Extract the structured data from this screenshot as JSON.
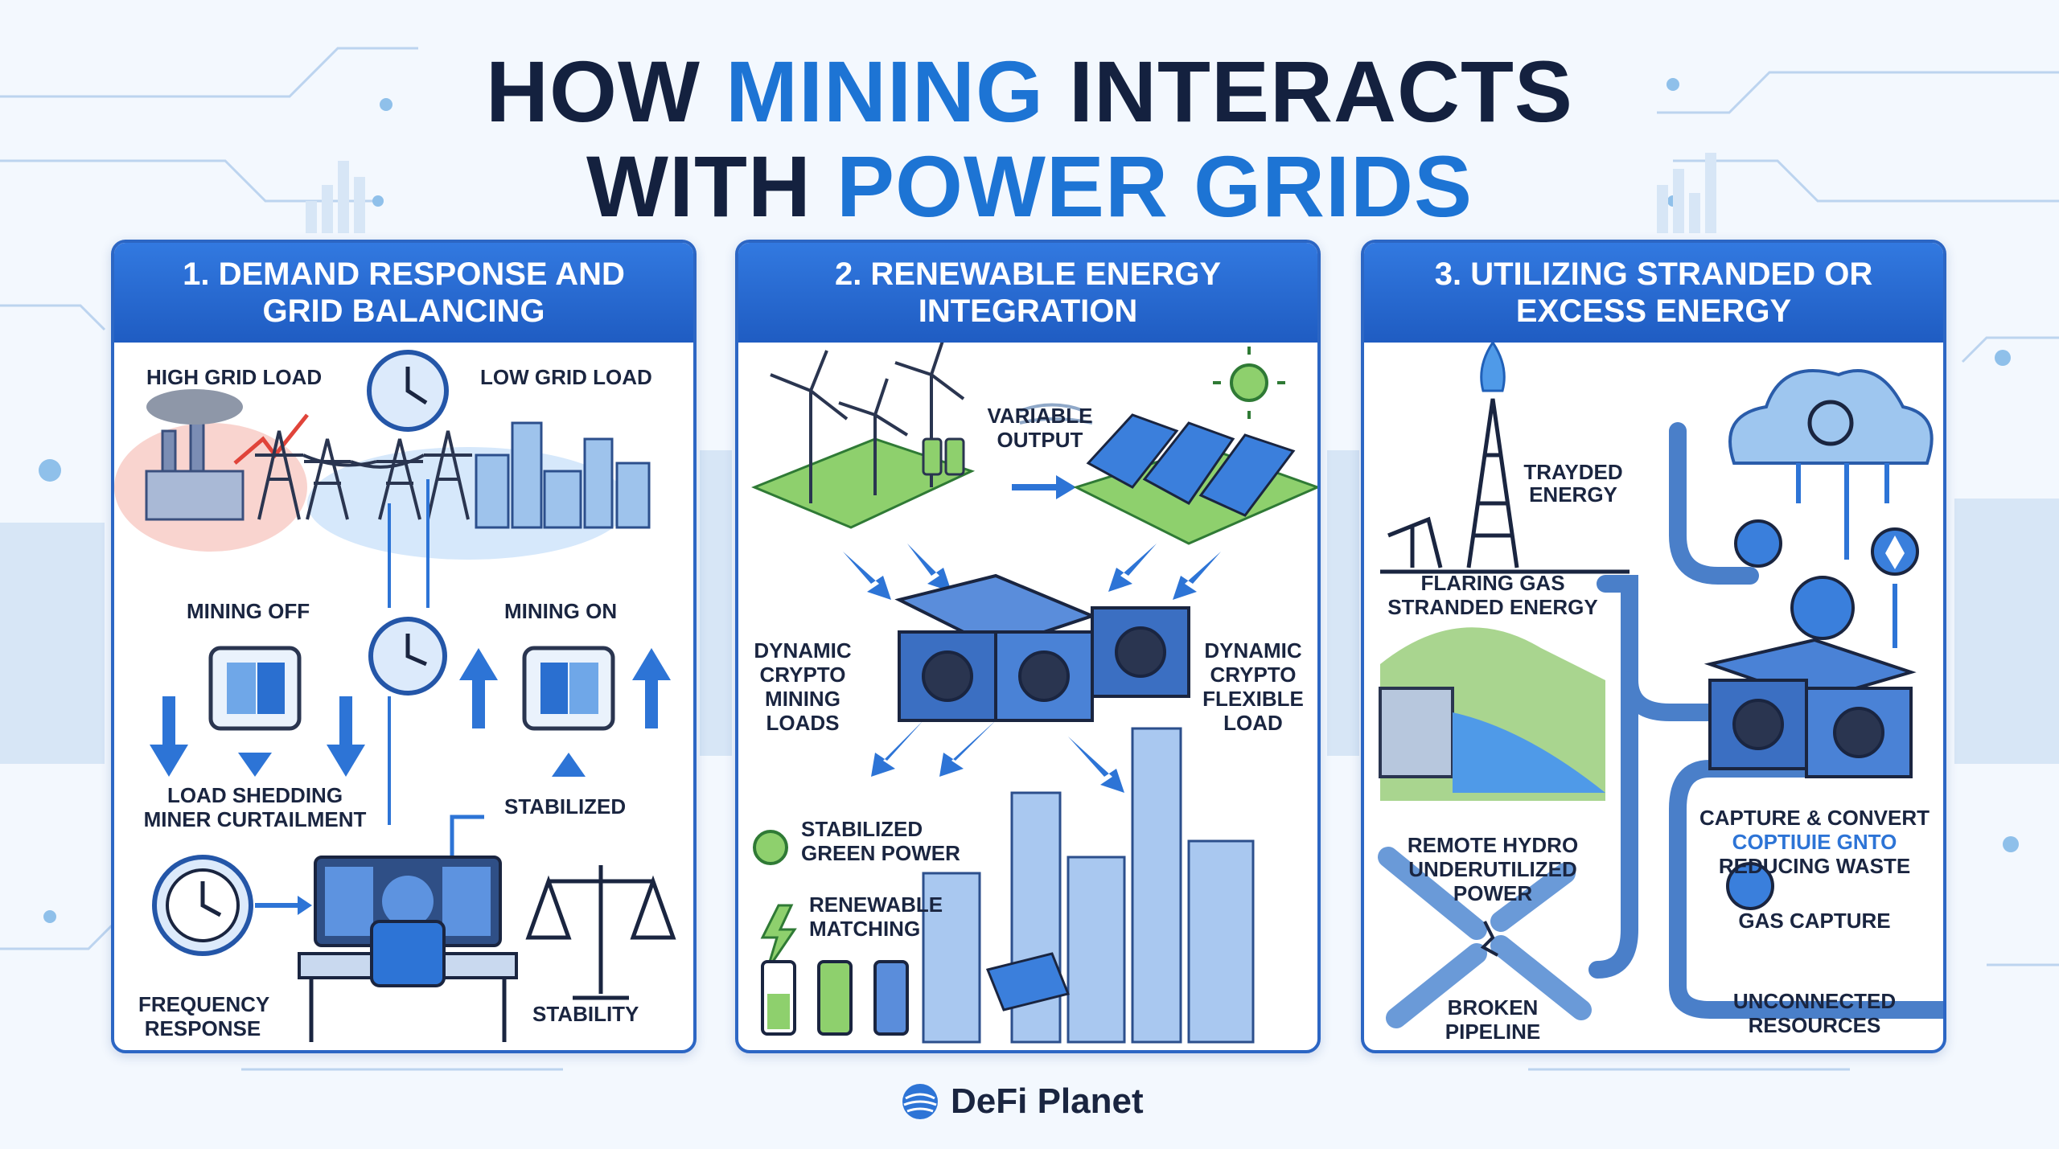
{
  "title": {
    "part1": "How ",
    "highlight1": "Mining",
    "part2": " Interacts",
    "part3": "with ",
    "highlight2": "Power Grids"
  },
  "panels": [
    {
      "heading": "1. Demand Response and Grid Balancing",
      "labels": {
        "high_load": "High Grid Load",
        "low_load": "Low Grid Load",
        "mining_off": "Mining Off",
        "mining_on": "Mining On",
        "load_shedding": "Load Shedding",
        "miner_curtailment": "Miner Curtailment",
        "stabilized": "Stabilized",
        "frequency": "Frequency",
        "response": "Response",
        "stability": "Stability"
      }
    },
    {
      "heading": "2. Renewable Energy Integration",
      "labels": {
        "variable": "Variable",
        "output": "Output",
        "dyn_left_1": "Dynamic",
        "dyn_left_2": "Crypto",
        "dyn_left_3": "Mining",
        "dyn_left_4": "Loads",
        "dyn_right_1": "Dynamic",
        "dyn_right_2": "Crypto",
        "dyn_right_3": "Flexible",
        "dyn_right_4": "Load",
        "stab_green_1": "Stabilized",
        "stab_green_2": "Green Power",
        "renew_1": "Renewable",
        "renew_2": "Matching"
      }
    },
    {
      "heading": "3. Utilizing Stranded or Excess Energy",
      "labels": {
        "trayded_1": "Trayded",
        "trayded_2": "Energy",
        "flaring_1": "Flaring Gas",
        "flaring_2": "Stranded Energy",
        "hydro_1": "Remote Hydro",
        "hydro_2": "Underutilized",
        "hydro_3": "Power",
        "capture_1": "Capture & Convert",
        "capture_2": "Coptiuie Gnto",
        "capture_3": "Reducing Waste",
        "gas_capture": "Gas Capture",
        "broken_1": "Broken",
        "broken_2": "Pipeline",
        "unconn_1": "Unconnected",
        "unconn_2": "Resources"
      }
    }
  ],
  "brand": {
    "name": "DeFi Planet"
  },
  "colors": {
    "navy": "#14213f",
    "accent": "#1d74d4",
    "header": "#2566cc",
    "green": "#5fbf4a",
    "red_glow": "#f08a80"
  }
}
